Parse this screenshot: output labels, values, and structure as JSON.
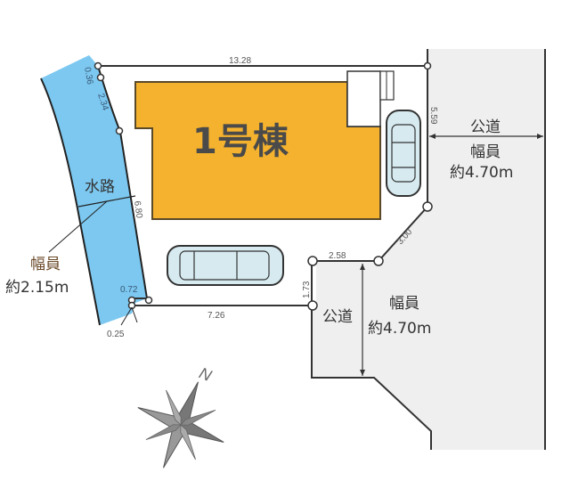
{
  "building": {
    "label": "1号棟",
    "fill": "#F4B22E",
    "stroke": "#5a4a2a"
  },
  "water_channel": {
    "label": "水路",
    "width_label": "幅員",
    "width_value": "約2.15m",
    "fill": "#7CC8F0"
  },
  "roads": {
    "east": {
      "label": "公道",
      "width_label": "幅員",
      "width_value": "約4.70m"
    },
    "south": {
      "label": "公道",
      "width_label": "幅員",
      "width_value": "約4.70m"
    },
    "fill": "#EFEFEF"
  },
  "dimensions": {
    "north": "13.28",
    "nw_short": "0.36",
    "west_upper": "2.34",
    "west_lower": "6.80",
    "sw_short": "0.72",
    "sw_corner": "0.25",
    "south": "7.26",
    "step_vertical": "1.73",
    "step_horizontal": "2.58",
    "diagonal": "3.00",
    "east": "5.59"
  },
  "compass": {
    "north_label": "N"
  },
  "cars": [
    {
      "orientation": "vertical",
      "position": "east-parking"
    },
    {
      "orientation": "horizontal",
      "position": "south-parking"
    }
  ]
}
